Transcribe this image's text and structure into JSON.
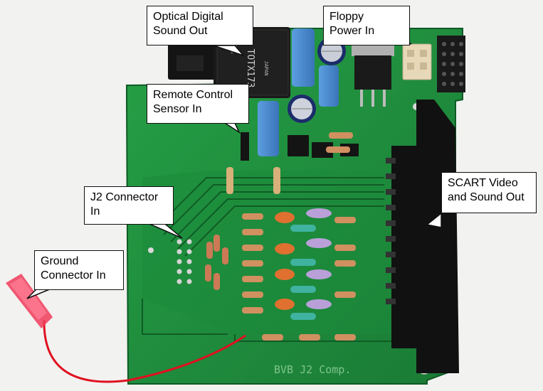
{
  "photo": {
    "subject": "green printed circuit board with SCART connector, optical output and floppy power header",
    "colors": {
      "background": "#f2f2f0",
      "pcb": "#1f8a3c",
      "pcb_dark": "#166a2d",
      "connector": "#141414",
      "capacitor_blue": "#4a8bd0",
      "wire_red": "#e01020"
    }
  },
  "callouts": [
    {
      "id": "optical",
      "lines": [
        "Optical Digital",
        "Sound Out"
      ]
    },
    {
      "id": "floppy",
      "lines": [
        "Floppy",
        "Power In"
      ]
    },
    {
      "id": "remote",
      "lines": [
        "Remote Control",
        "Sensor In"
      ]
    },
    {
      "id": "j2",
      "lines": [
        "J2 Connector",
        "In"
      ]
    },
    {
      "id": "scart",
      "lines": [
        "SCART Video",
        "and Sound Out"
      ]
    },
    {
      "id": "ground",
      "lines": [
        "Ground",
        "Connector In"
      ]
    }
  ],
  "board_markings": {
    "toslink": "TOTX173",
    "toslink_origin": "JAPAN",
    "silkscreen": "BVB J2 Comp."
  }
}
